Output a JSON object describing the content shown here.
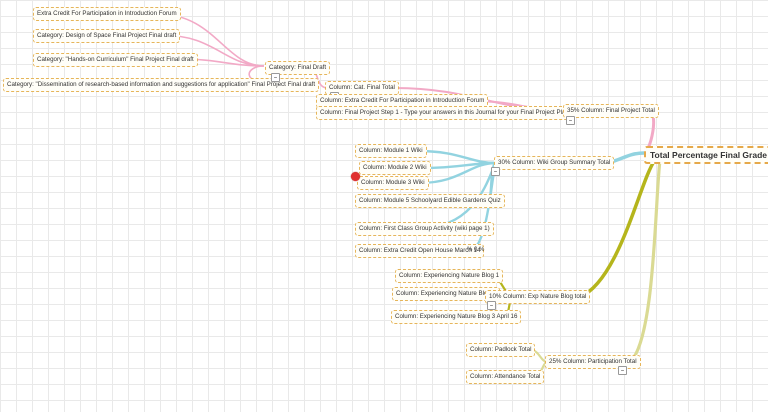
{
  "root": {
    "label": "Total Percentage Final Grade"
  },
  "branches": {
    "final_project": {
      "label": "35% Column: Final Project Total",
      "children": {
        "cat_final_total": "Column: Cat. Final Total",
        "extra_credit_forum": "Column: Extra Credit For Participation in Introduction Forum",
        "final_project_step1": "Column: Final Project Step 1 - Type your answers in this Journal for your Final Project Plan!"
      },
      "category_node": "Category: Final Draft",
      "category_children": [
        "Extra Credit For Participation in Introduction Forum",
        "Category: Design of Space Final Project Final draft",
        "Category: \"Hands-on Curriculum\" Final Project Final draft",
        "Category: \"Dissemination of research-based information and suggestions for application\" Final Project Final draft"
      ]
    },
    "wiki": {
      "label": "30% Column: Wiki Group Summary Total",
      "children": [
        "Column: Module 1 Wiki",
        "Column: Module 2 Wiki",
        "Column: Module 3 Wiki",
        "Column: Module 5 Schoolyard Edible Gardens Quiz",
        "Column: First Class Group Activity (wiki page 1)",
        "Column: Extra Credit Open House March 14"
      ],
      "side_label": "% 0 %"
    },
    "nature_blog": {
      "label": "10% Column: Exp Nature Blog total",
      "children": [
        "Column: Experiencing Nature Blog 1",
        "Column: Experiencing Nature Blog 2",
        "Column: Experiencing Nature Blog 3 April 16"
      ]
    },
    "participation": {
      "label": "25% Column: Participation Total",
      "children": [
        "Column: Padlock Total",
        "Column: Attendance Total"
      ]
    }
  },
  "colors": {
    "pink": "#f2a9c6",
    "blue": "#92d3e0",
    "olive": "#b5b51c",
    "lightolive": "#dada93",
    "node_border": "#e6b55a",
    "marker": "#e03030"
  },
  "collapse_symbol": "–"
}
